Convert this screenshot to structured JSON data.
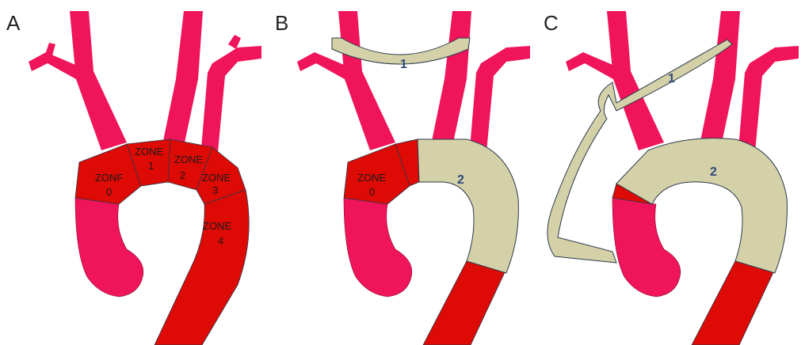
{
  "colors": {
    "branch_vessel": "#f0145a",
    "aorta": "#dd0a05",
    "root": "#f0145a",
    "graft": "#d4d0a8",
    "outline": "#2a3a4a",
    "graft_label": "#2f4a7a"
  },
  "panels": [
    {
      "label": "A",
      "zones": [
        {
          "line1": "ZONF",
          "line2": "0"
        },
        {
          "line1": "ZONE",
          "line2": "1"
        },
        {
          "line1": "ZONE",
          "line2": "2"
        },
        {
          "line1": "ZONE",
          "line2": "3"
        },
        {
          "line1": "ZONE",
          "line2": "4"
        }
      ]
    },
    {
      "label": "B",
      "zones": [
        {
          "line1": "ZONE",
          "line2": "0"
        }
      ],
      "grafts": [
        "1",
        "2"
      ]
    },
    {
      "label": "C",
      "grafts": [
        "1",
        "2"
      ]
    }
  ]
}
